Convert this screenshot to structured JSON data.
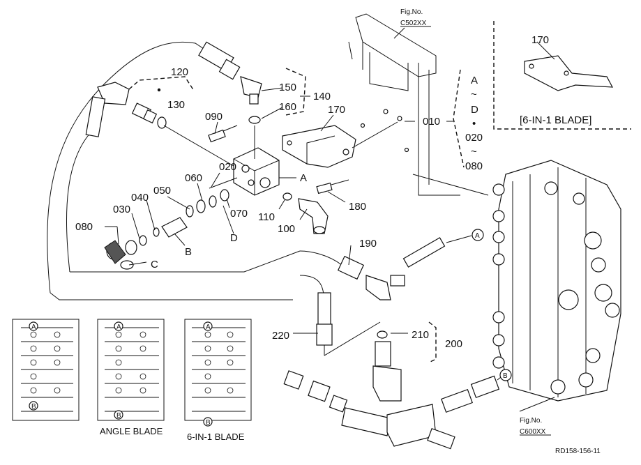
{
  "labels": {
    "fig_c502": [
      "Fig.No.",
      "C502XX"
    ],
    "fig_c600": [
      "Fig.No.",
      "C600XX"
    ],
    "p120": "120",
    "p130": "130",
    "p150": "150",
    "p160": "160",
    "p140": "140",
    "p090": "090",
    "p170": "170",
    "p010": "010",
    "p020a": "020",
    "p080a": "080",
    "p020": "020",
    "p060": "060",
    "p050": "050",
    "p040": "040",
    "p030": "030",
    "p080": "080",
    "p070": "070",
    "p110": "110",
    "p180": "180",
    "p100": "100",
    "p190": "190",
    "p220": "220",
    "p210": "210",
    "p200": "200",
    "p170_inset": "170",
    "ref_A": "A",
    "ref_B": "B",
    "ref_C": "C",
    "ref_D": "D",
    "range_A": "A",
    "range_D": "D",
    "tilde": "~",
    "dot": "•",
    "circ_A": "A",
    "circ_B": "B",
    "inset_title": "[6-IN-1 BLADE]",
    "cap_angle": "ANGLE BLADE",
    "cap_6in1": "6-IN-1 BLADE",
    "doc_id": "RD158-156-11",
    "schem_A": "A",
    "schem_B": "B"
  }
}
